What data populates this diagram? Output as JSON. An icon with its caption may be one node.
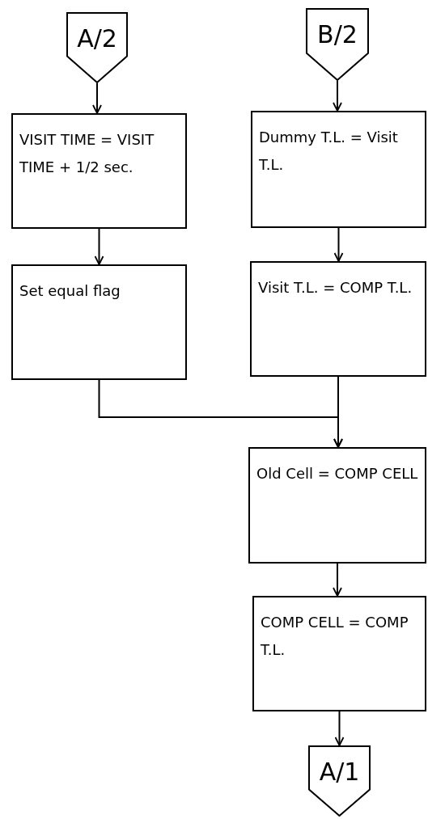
{
  "diagram": {
    "nodes": [
      {
        "text": [
          "A/2"
        ]
      },
      {
        "text": [
          "VISIT TIME = VISIT TIME + 1/2 sec."
        ]
      },
      {
        "text": [
          "Set equal flag"
        ]
      },
      {
        "text": [
          "B/2"
        ]
      },
      {
        "text": [
          "Dummy T.L. = Visit T.L."
        ]
      },
      {
        "text": [
          "Visit T.L. = COMP T.L."
        ]
      },
      {
        "text": [
          "Old Cell = COMP CELL"
        ]
      },
      {
        "text": [
          "COMP CELL = COMP T.L."
        ]
      },
      {
        "text": [
          "A/1"
        ]
      }
    ],
    "edges": [
      {
        "from": 0,
        "to": 1,
        "arrow": "to"
      },
      {
        "from": 1,
        "to": 2,
        "arrow": "to"
      },
      {
        "from": 3,
        "to": 4,
        "arrow": "to"
      },
      {
        "from": 4,
        "to": 5,
        "arrow": "to"
      },
      {
        "from": 2,
        "to": 6,
        "arrow": "to"
      },
      {
        "from": 5,
        "to": 6,
        "arrow": "to"
      },
      {
        "from": 6,
        "to": 7,
        "arrow": "to"
      },
      {
        "from": 7,
        "to": 8,
        "arrow": "to"
      }
    ]
  }
}
